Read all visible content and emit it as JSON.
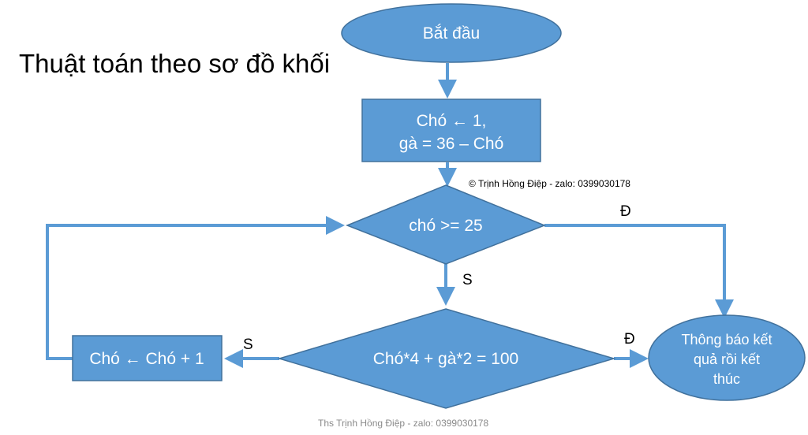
{
  "title": "Thuật toán theo sơ đồ khối",
  "colors": {
    "node_fill": "#5b9bd5",
    "node_border": "#41719c",
    "connector": "#5b9bd5",
    "node_text": "#ffffff"
  },
  "nodes": {
    "start": "Bắt đầu",
    "init_line1": "Chó ← 1,",
    "init_line2": "gà = 36 – Chó",
    "condition_dogs": "chó >= 25",
    "condition_legs": "Chó*4 + gà*2 = 100",
    "increment": "Chó ← Chó + 1",
    "end_line1": "Thông báo kết",
    "end_line2": "quả rồi kết",
    "end_line3": "thúc"
  },
  "edge_labels": {
    "dogs_true": "Đ",
    "dogs_false": "S",
    "legs_true": "Đ",
    "legs_false": "S"
  },
  "copyright": "© Trịnh Hồng Điệp - zalo: 0399030178",
  "watermark": "Ths Trịnh Hồng Điệp - zalo: 0399030178"
}
